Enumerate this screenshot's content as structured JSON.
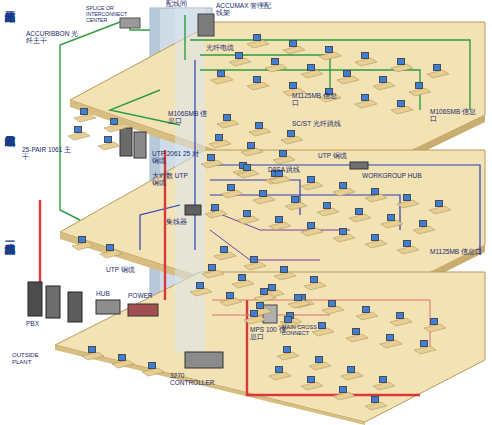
{
  "diagram": {
    "labels": [
      "第三层光纤区域布线",
      "第二层铜缆区域布线",
      "第一层典型结构化布线系统",
      "SPLICE OR INTERCONNECT CENTER",
      "配线间",
      "ACCUMAX 管理配线架",
      "ACCURIBBON 光纤主干",
      "光纤电缆",
      "M1125MB 信息口",
      "SC/ST 光纤跳线",
      "M106SMB 信息口",
      "M106SMB 信息口",
      "25-PAIR 1061 主干",
      "UTP 2061 25 对铜缆",
      "大对数 UTP 铜缆",
      "集线器",
      "D8SA 跳线",
      "UTP 铜缆",
      "WORKGROUP HUB",
      "M1125MB 信息口",
      "UTP 铜缆",
      "PBX",
      "HUB",
      "POWER",
      "MPS 100 信息口",
      "MAIN CROSS CONNECT",
      "OUTSIDE PLANT",
      "3270 CONTROLLER"
    ]
  }
}
